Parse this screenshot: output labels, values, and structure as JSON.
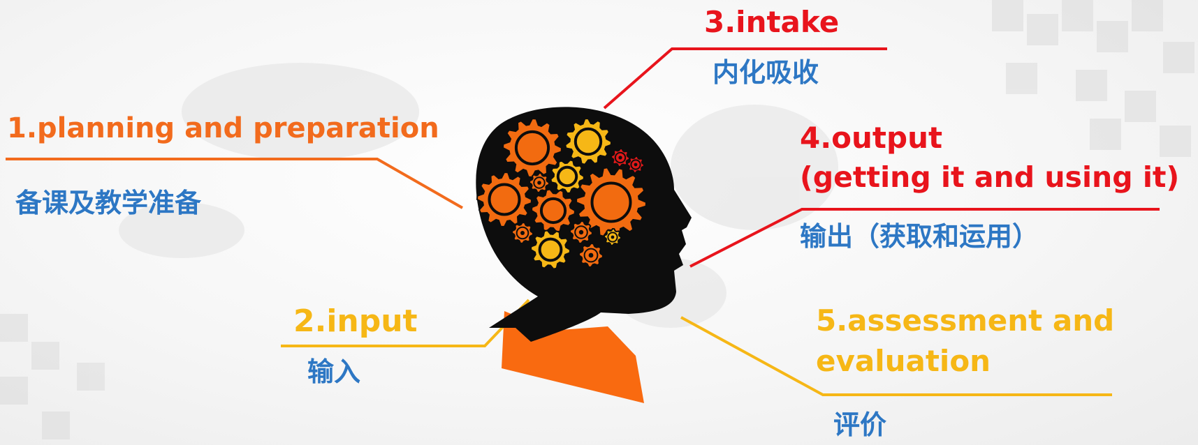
{
  "colors": {
    "orange": "#f26b1d",
    "red": "#e8141c",
    "yellow": "#f6b716",
    "blue": "#2d77c4",
    "head": "#0d0d0d",
    "collar": "#f96a10",
    "gear_orange": "#f26b10",
    "gear_yellow": "#f6b716",
    "gear_red": "#e11a1a"
  },
  "stages": [
    {
      "key": "planning",
      "title": "1.planning and preparation",
      "subtitle": "备课及教学准备",
      "color": "orange"
    },
    {
      "key": "input",
      "title": "2.input",
      "subtitle": "输入",
      "color": "yellow"
    },
    {
      "key": "intake",
      "title": "3.intake",
      "subtitle": "内化吸收",
      "color": "red"
    },
    {
      "key": "output",
      "title_line1": "4.output",
      "title_line2": "(getting it and using it)",
      "subtitle": "输出（获取和运用）",
      "color": "red"
    },
    {
      "key": "assessment",
      "title_line1": "5.assessment and",
      "title_line2": "evaluation",
      "subtitle": "评价",
      "color": "yellow"
    }
  ],
  "head": {
    "icon": "head-with-gears-icon"
  }
}
